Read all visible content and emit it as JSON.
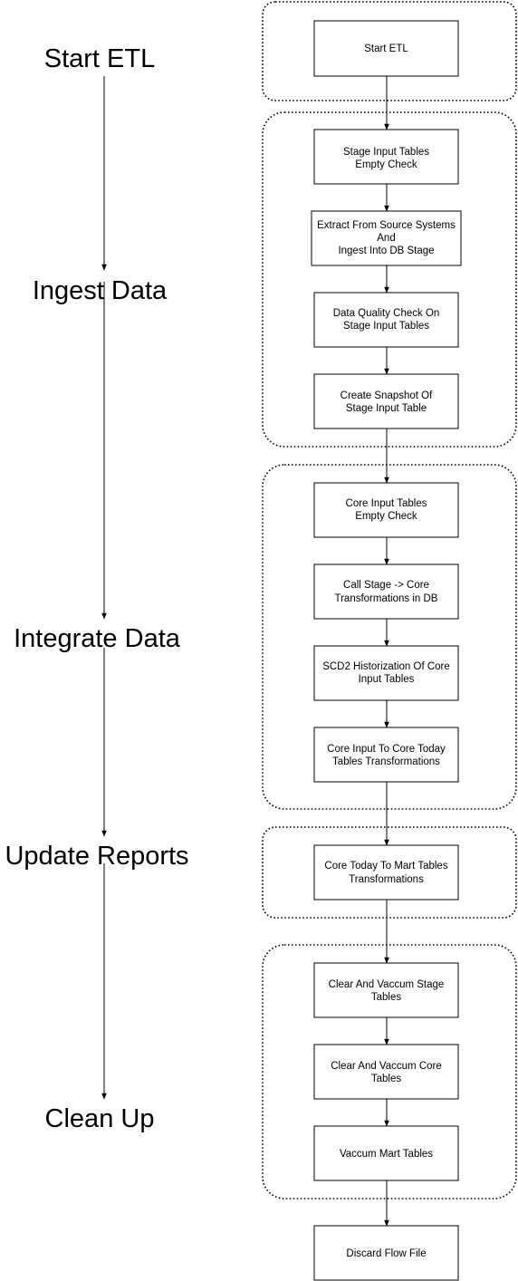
{
  "phases": [
    {
      "label": "Start ETL"
    },
    {
      "label": "Ingest Data"
    },
    {
      "label": "Integrate Data"
    },
    {
      "label": "Update Reports"
    },
    {
      "label": "Clean Up"
    }
  ],
  "steps": [
    {
      "lines": [
        "Start ETL"
      ]
    },
    {
      "lines": [
        "Stage Input Tables",
        "Empty Check"
      ]
    },
    {
      "lines": [
        "Extract From Source Systems",
        "And",
        "Ingest Into DB Stage"
      ]
    },
    {
      "lines": [
        "Data Quality Check On",
        "Stage Input Tables"
      ]
    },
    {
      "lines": [
        "Create Snapshot Of",
        "Stage Input Table"
      ]
    },
    {
      "lines": [
        "Core Input Tables",
        "Empty Check"
      ]
    },
    {
      "lines": [
        "Call Stage -> Core",
        "Transformations in DB"
      ]
    },
    {
      "lines": [
        "SCD2 Historization Of Core",
        "Input Tables"
      ]
    },
    {
      "lines": [
        "Core Input To Core Today",
        "Tables Transformations"
      ]
    },
    {
      "lines": [
        "Core Today To Mart Tables",
        "Transformations"
      ]
    },
    {
      "lines": [
        "Clear And Vaccum Stage",
        "Tables"
      ]
    },
    {
      "lines": [
        "Clear And Vaccum Core",
        "Tables"
      ]
    },
    {
      "lines": [
        "Vaccum Mart Tables"
      ]
    },
    {
      "lines": [
        "Discard Flow File"
      ]
    }
  ],
  "colors": {
    "stroke": "#000000",
    "fill": "#ffffff",
    "text": "#000000"
  }
}
